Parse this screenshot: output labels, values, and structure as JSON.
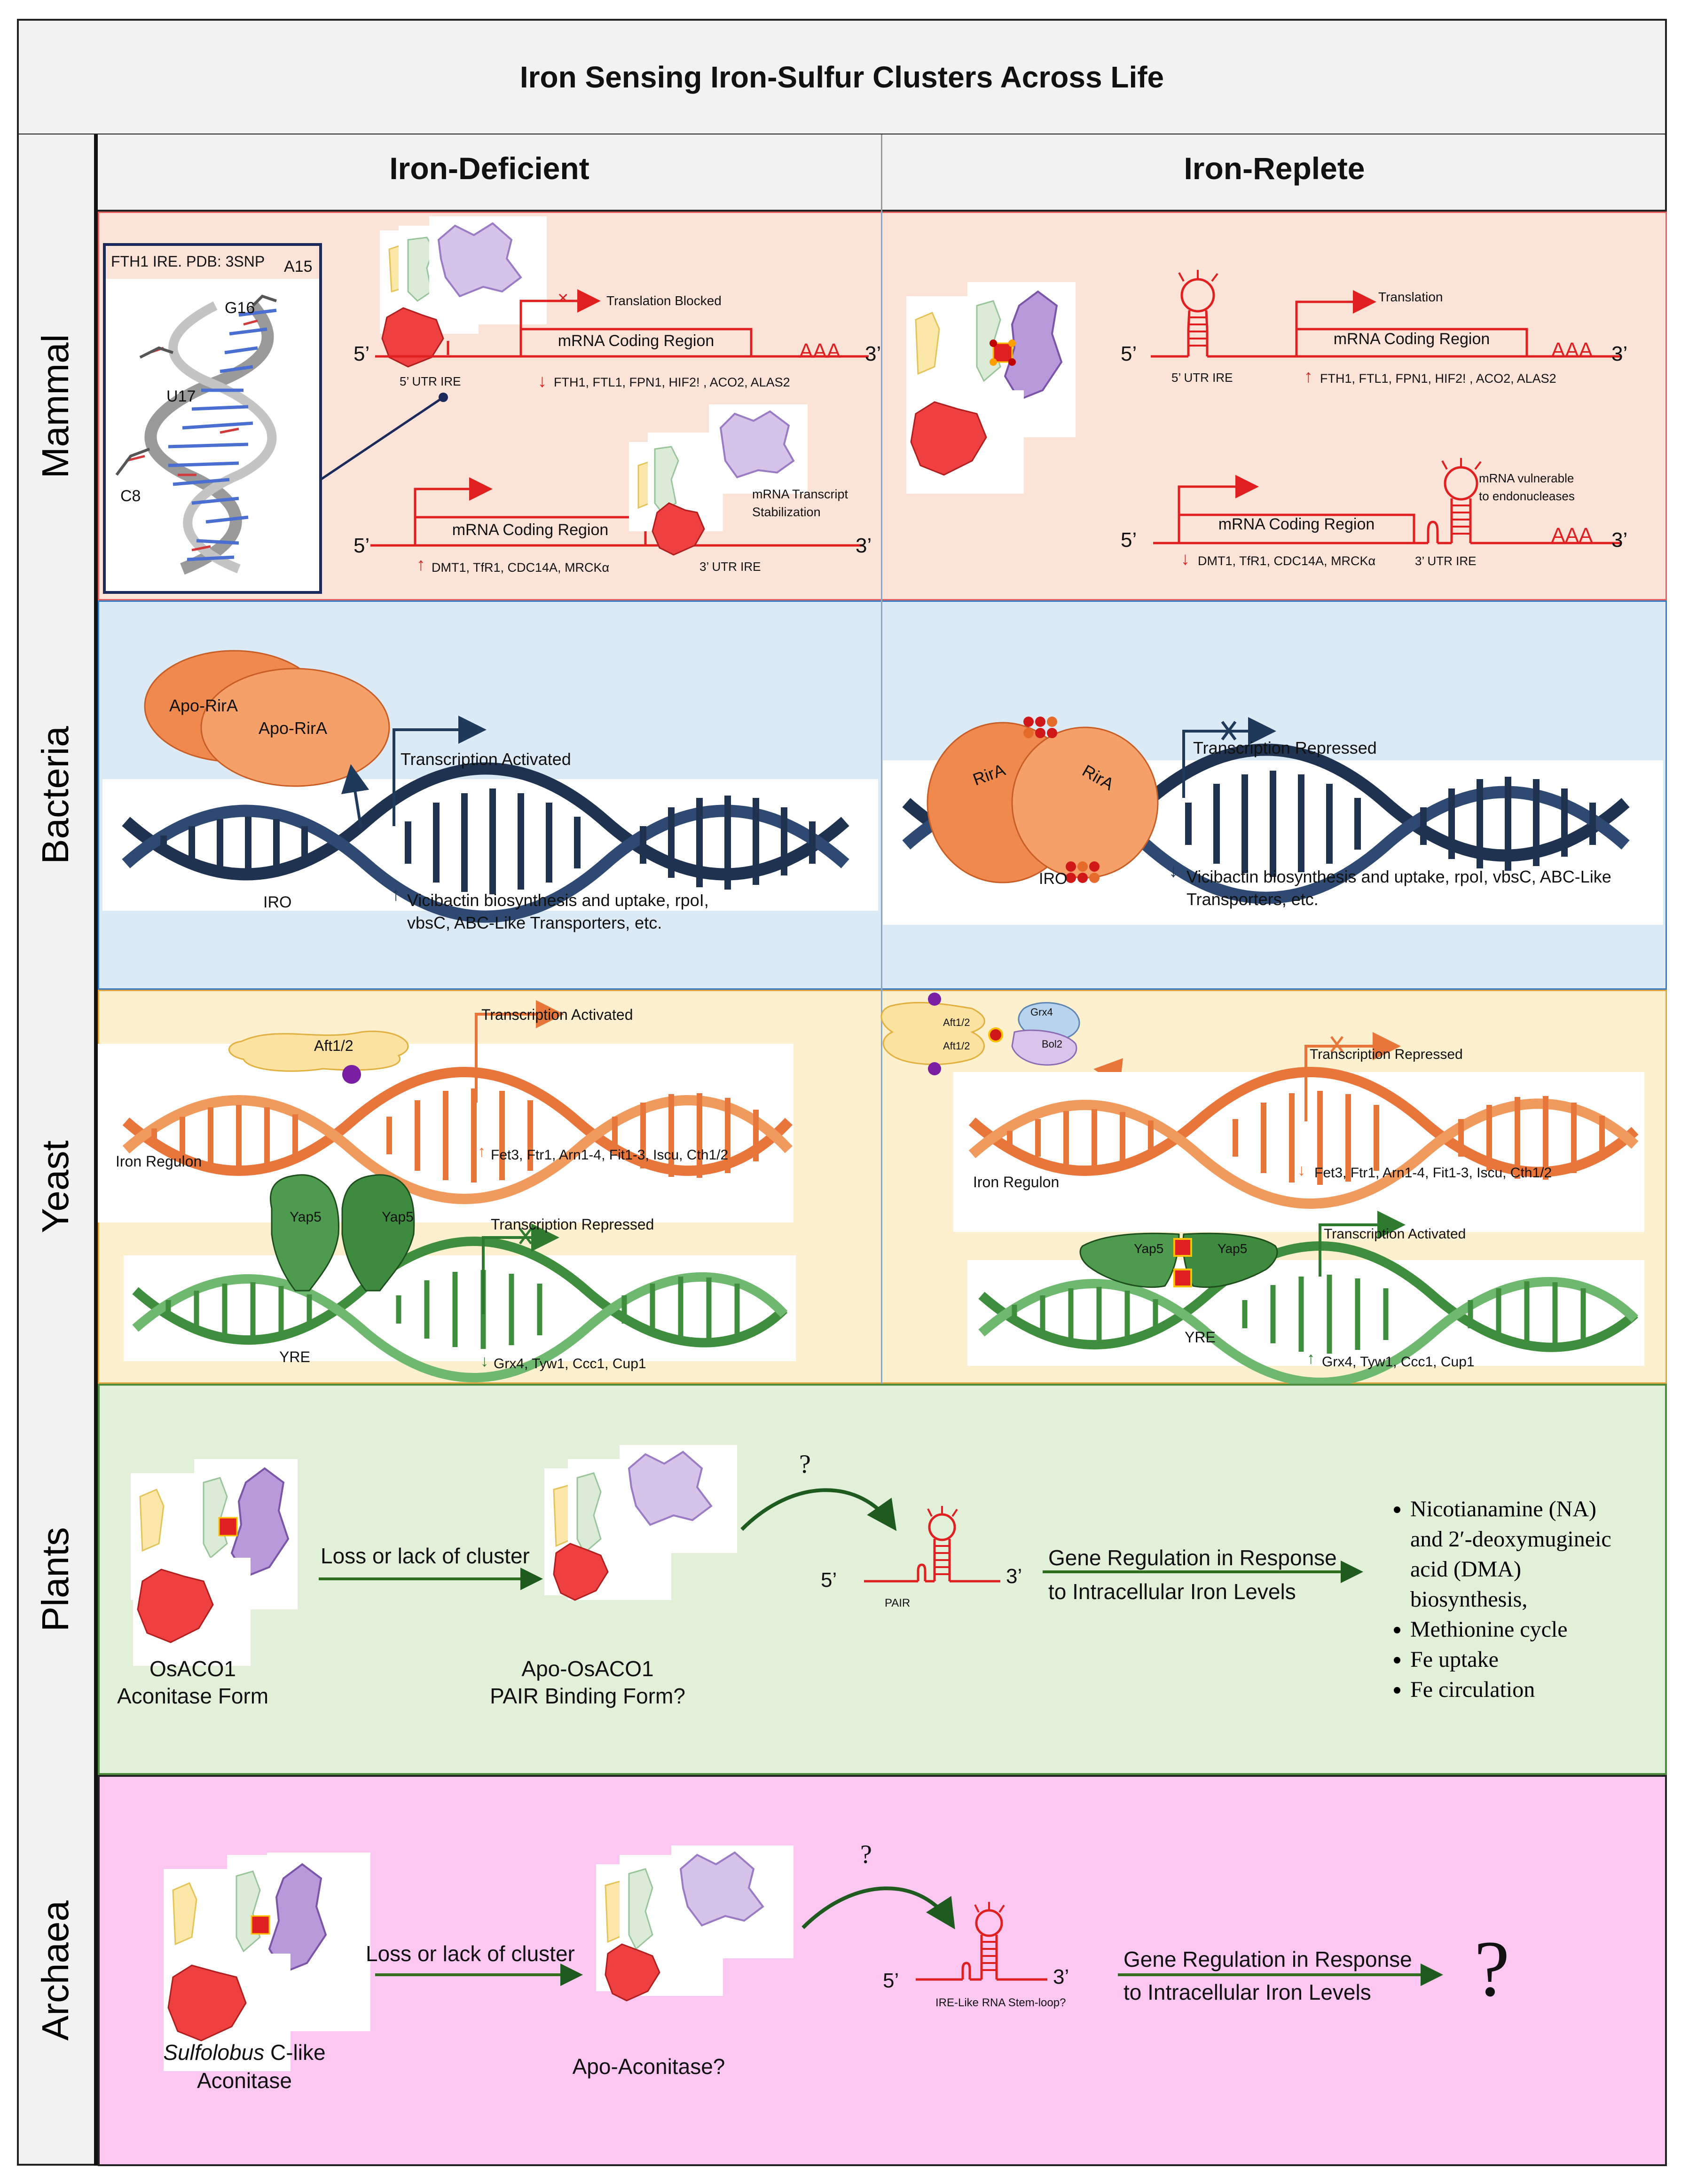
{
  "title": "Iron Sensing Iron-Sulfur Clusters Across Life",
  "columns": {
    "left": "Iron-Deficient",
    "right": "Iron-Replete"
  },
  "colors": {
    "mammal_bg": "#FBE3D7",
    "bacteria_bg": "#DCEAF6",
    "yeast_bg": "#FDF0CE",
    "plants_bg": "#E2F0DA",
    "archaea_bg": "#FCC8F1",
    "red": "#E02020",
    "navy": "#203A5C",
    "orange": "#E8763A",
    "green": "#2E7A2E"
  },
  "rows": {
    "mammal": "Mammal",
    "bacteria": "Bacteria",
    "yeast": "Yeast",
    "plants": "Plants",
    "archaea": "Archaea"
  },
  "mammal": {
    "inset": {
      "title": "FTH1 IRE. PDB: 3SNP",
      "a15": "A15",
      "g16": "G16",
      "u17": "U17",
      "c8": "C8"
    },
    "five": "5’",
    "three": "3’",
    "aaa": "AAA",
    "coding": "mRNA Coding Region",
    "utr5": "5’ UTR IRE",
    "utr3": "3’ UTR IRE",
    "translation_blocked": "Translation Blocked",
    "translation": "Translation",
    "genes_top": "FTH1, FTL1, FPN1, HIF2! , ACO2, ALAS2",
    "genes_bottom": "DMT1, TfR1, CDC14A, MRCKα",
    "stabilization_1": "mRNA Transcript",
    "stabilization_2": "Stabilization",
    "vulnerable_1": "mRNA vulnerable",
    "vulnerable_2": "to endonucleases",
    "arrow_up": "↑",
    "arrow_down": "↓",
    "cross": "×"
  },
  "bacteria": {
    "apo1": "Apo-RirA",
    "apo2": "Apo-RirA",
    "rira1": "RirA",
    "rira2": "RirA",
    "activated": "Transcription Activated",
    "repressed": "Transcription Repressed",
    "iro": "IRO",
    "genes_left_1": "Vicibactin biosynthesis and uptake, rpoI,",
    "genes_left_2": "vbsC, ABC-Like Transporters, etc.",
    "genes_right_1": "Vicibactin biosynthesis and uptake, rpoI, vbsC, ABC-Like",
    "genes_right_2": "Transporters, etc."
  },
  "yeast": {
    "aft": "Aft1/2",
    "aft_small": "Aft1/2",
    "grx4": "Grx4",
    "bol2": "Bol2",
    "yap5": "Yap5",
    "activated": "Transcription Activated",
    "repressed": "Transcription Repressed",
    "iron_regulon": "Iron Regulon",
    "yre": "YRE",
    "genes_orange": "Fet3, Ftr1, Arn1-4, Fit1-3, Iscu, Cth1/2",
    "genes_green": "Grx4, Tyw1, Ccc1, Cup1"
  },
  "plants": {
    "osaco1_1": "OsACO1",
    "osaco1_2": "Aconitase Form",
    "loss": "Loss or lack of cluster",
    "apo_1": "Apo-OsACO1",
    "apo_2": "PAIR Binding Form?",
    "question": "?",
    "pair": "PAIR",
    "five": "5’",
    "three": "3’",
    "gene_reg_1": "Gene Regulation in Response",
    "gene_reg_2": "to Intracellular Iron Levels",
    "bullets": [
      "Nicotianamine (NA)\nand 2′-deoxymugineic\nacid (DMA)\nbiosynthesis,",
      "Methionine cycle",
      "Fe uptake",
      "Fe circulation"
    ]
  },
  "archaea": {
    "aco_italic": "Sulfolobus",
    "aco_rest": " C-like",
    "aco_2": "Aconitase",
    "loss": "Loss or lack of cluster",
    "apo": "Apo-Aconitase?",
    "question": "?",
    "stemloop": "IRE-Like RNA Stem-loop?",
    "five": "5’",
    "three": "3’",
    "gene_reg_1": "Gene Regulation in Response",
    "gene_reg_2": "to Intracellular Iron Levels",
    "big_question": "?"
  }
}
